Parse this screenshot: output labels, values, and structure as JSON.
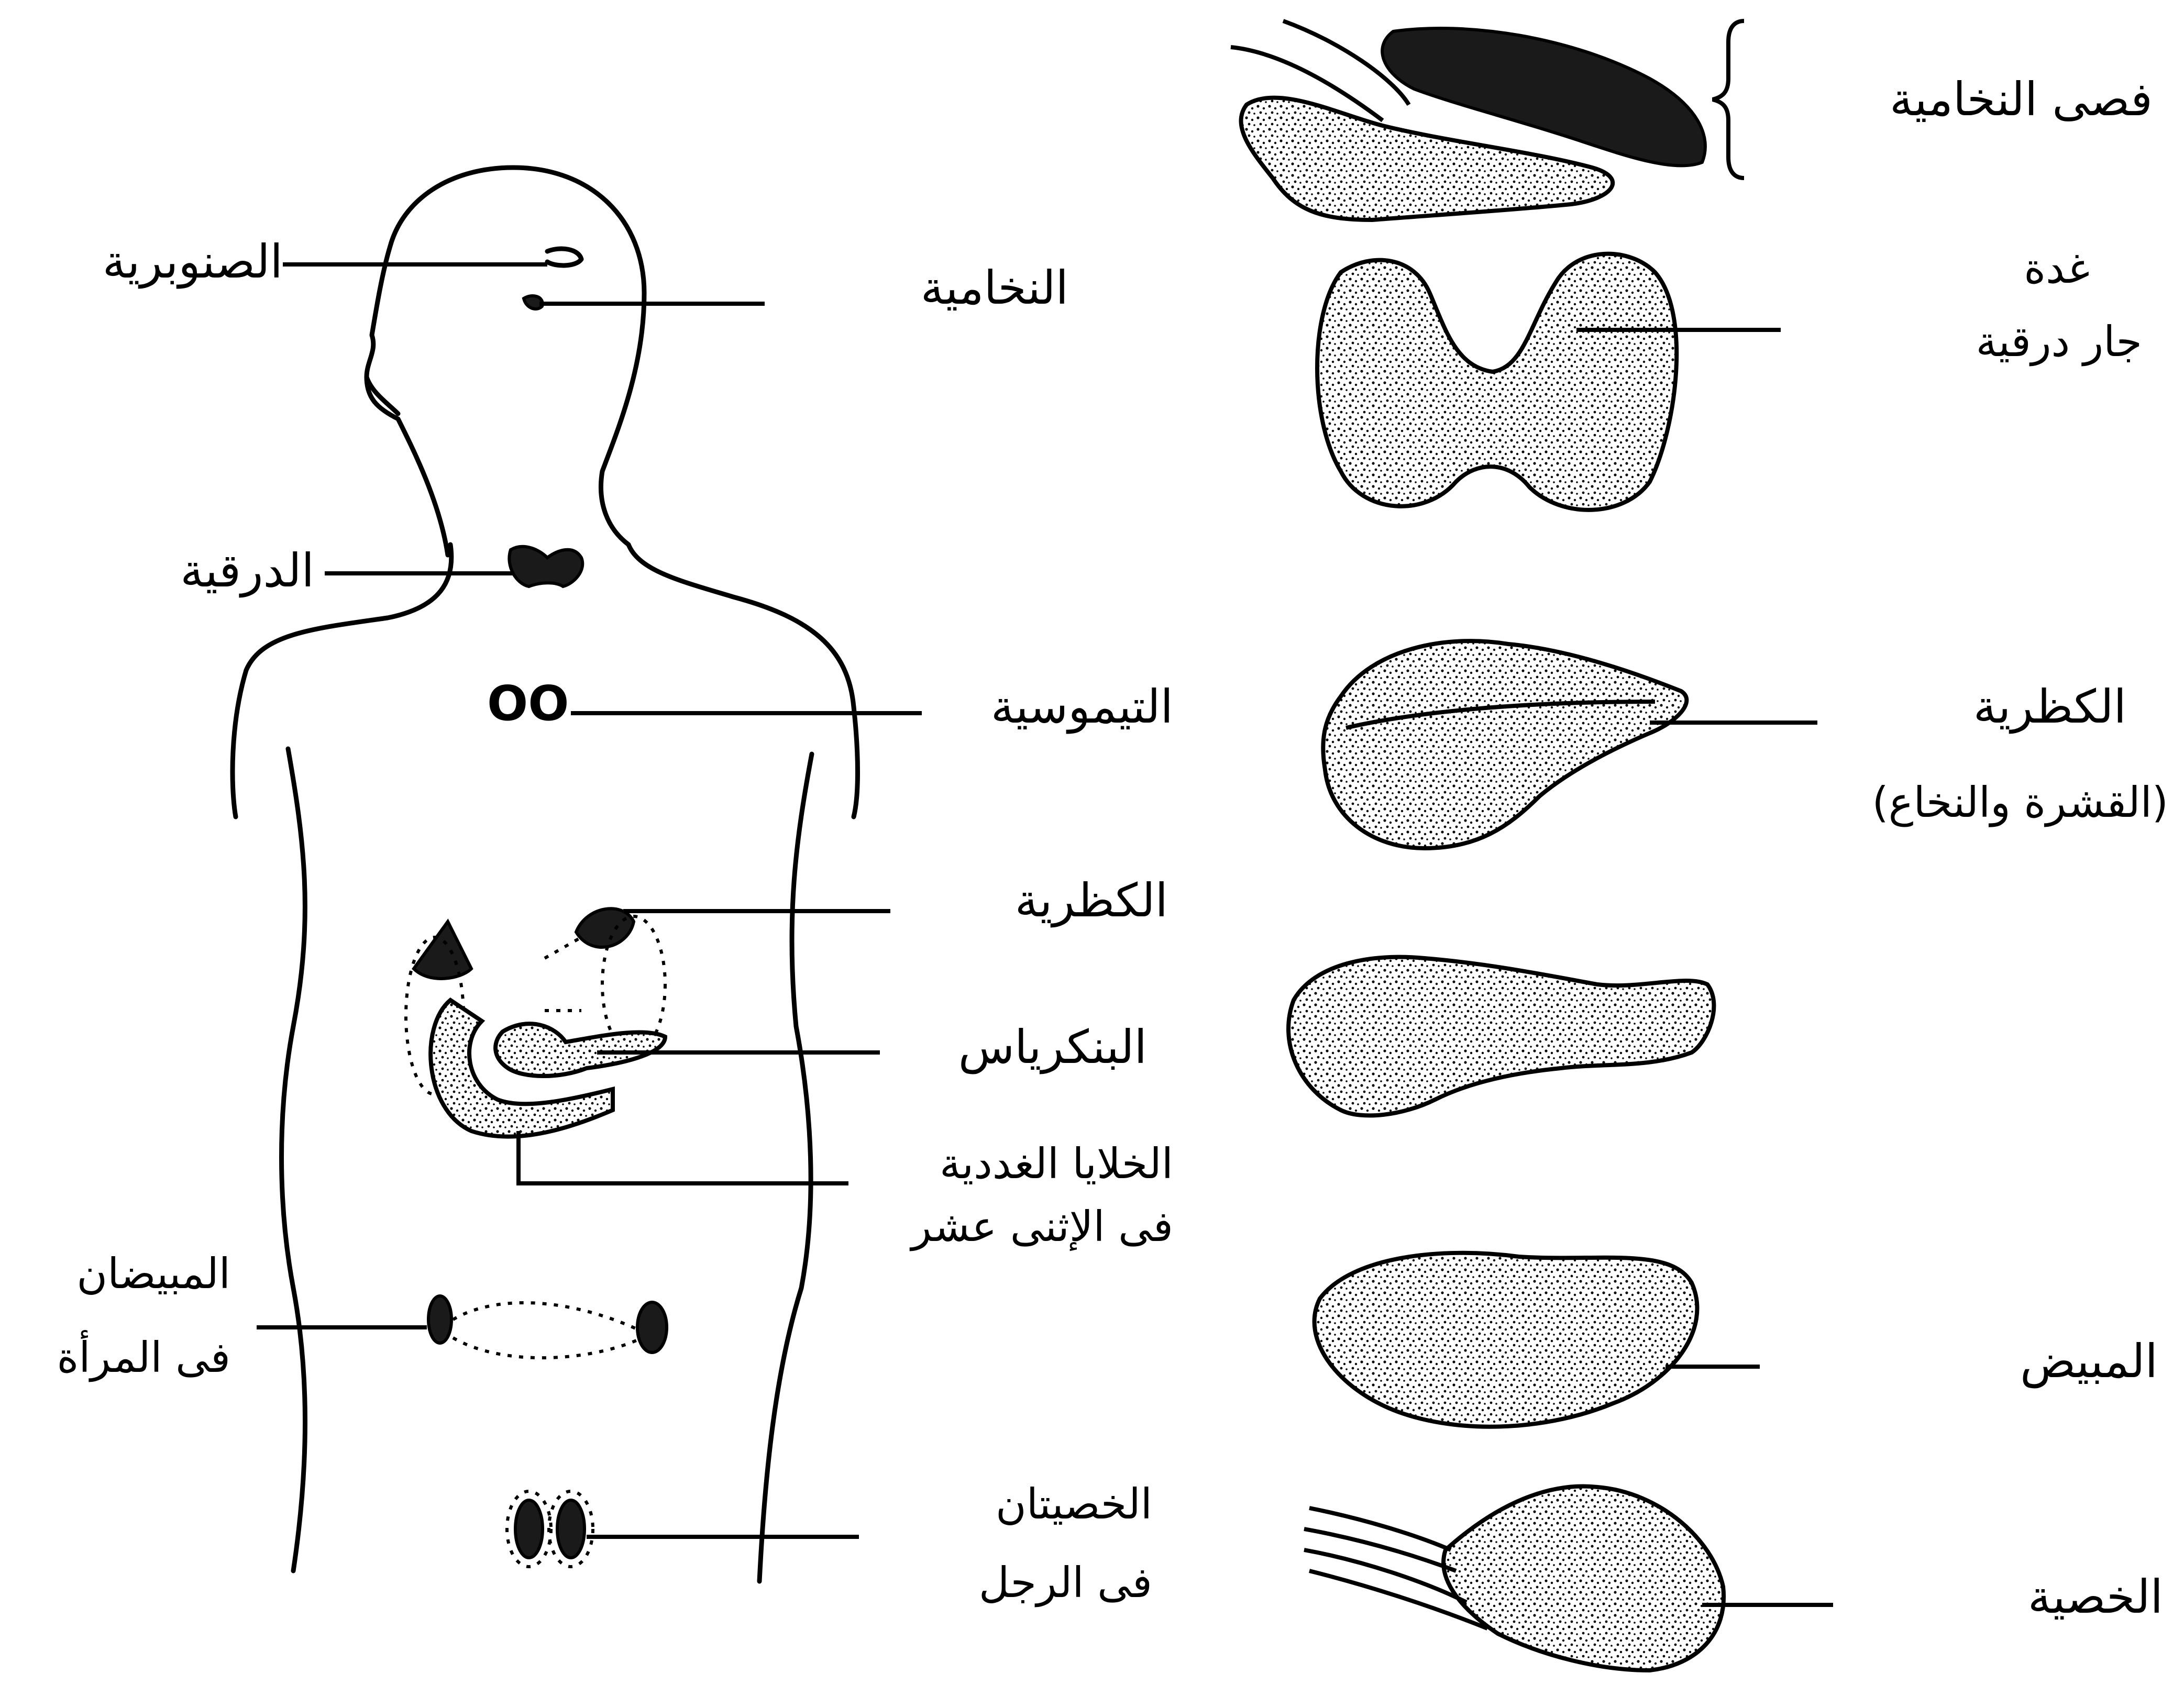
{
  "labels": {
    "pineal": "الصنوبرية",
    "pituitary": "النخامية",
    "thyroid": "الدرقية",
    "thymus": "التيموسية",
    "adrenal": "الكظرية",
    "pancreas": "البنكرياس",
    "glandular_cells_line1": "الخلايا الغددية",
    "glandular_cells_line2": "فى الإثنى عشر",
    "ovaries_line1": "المبيضان",
    "ovaries_line2": "فى المرأة",
    "testes_line1": "الخصيتان",
    "testes_line2": "فى الرجل",
    "pituitary_lobe": "فصى النخامية",
    "parathyroid_line1": "غدة",
    "parathyroid_line2": "جار درقية",
    "adrenal_detail_line1": "الكظرية",
    "adrenal_detail_line2": "(القشرة والنخاع)",
    "ovary_detail": "المبيض",
    "testis_detail": "الخصية",
    "thymus_glyph": "OO"
  }
}
